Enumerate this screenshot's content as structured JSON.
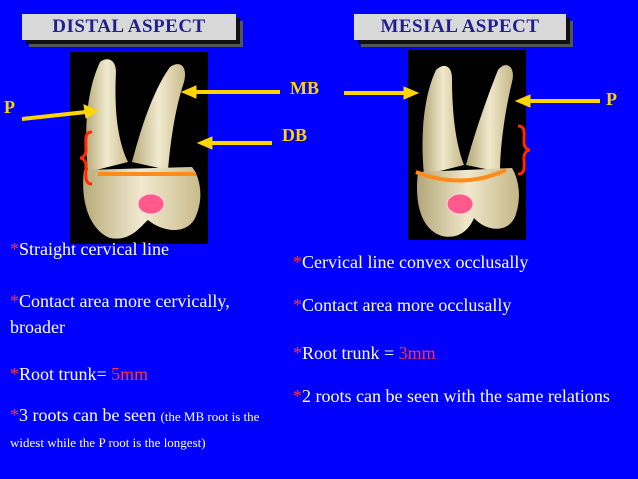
{
  "headings": {
    "distal": "DISTAL ASPECT",
    "mesial": "MESIAL ASPECT"
  },
  "labels": {
    "p_left": "P",
    "p_right": "P",
    "mb": "MB",
    "db": "DB"
  },
  "distal_notes": {
    "n1_star": "*",
    "n1_text": "Straight cervical line",
    "n2_star": "*",
    "n2_text": "Contact area more cervically, broader",
    "n3_star": "*",
    "n3_text": "Root trunk= ",
    "n3_value": "5mm",
    "n4_star": "*",
    "n4_text": "3 roots can be seen ",
    "n4_small": "(the MB root is the widest while the P root is the longest)"
  },
  "mesial_notes": {
    "n1_star": "*",
    "n1_text": "Cervical line convex occlusally",
    "n2_star": "*",
    "n2_text": "Contact area more occlusally",
    "n3_star": "*",
    "n3_text": "Root trunk = ",
    "n3_value": "3mm",
    "n4_star": "*",
    "n4_text": "2 roots can be seen with the same relations"
  },
  "colors": {
    "background": "#0000ff",
    "label": "#ffd500",
    "cervical_line": "#ff8c1a",
    "contact_dot": "#ff5a8a",
    "bracket": "#ff2a00"
  }
}
